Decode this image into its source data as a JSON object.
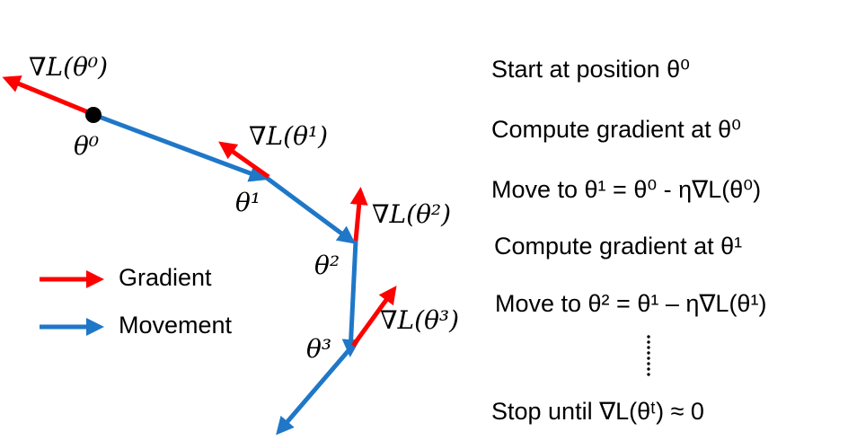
{
  "colors": {
    "gradient": "#ff0000",
    "movement": "#1f77c8",
    "point": "#000000"
  },
  "labels": {
    "grad0": "∇L(θ⁰)",
    "grad1": "∇L(θ¹)",
    "grad2": "∇L(θ²)",
    "grad3": "∇L(θ³)",
    "theta0": "θ⁰",
    "theta1": "θ¹",
    "theta2": "θ²",
    "theta3": "θ³"
  },
  "legend": {
    "gradient": "Gradient",
    "movement": "Movement"
  },
  "steps": {
    "s1": "Start at position θ⁰",
    "s2": "Compute gradient at θ⁰",
    "s3": "Move to θ¹ = θ⁰ - η∇L(θ⁰)",
    "s4": "Compute gradient at θ¹",
    "s5": "Move to θ² = θ¹ – η∇L(θ¹)",
    "s6": "Stop until ∇L(θᵗ) ≈ 0"
  }
}
